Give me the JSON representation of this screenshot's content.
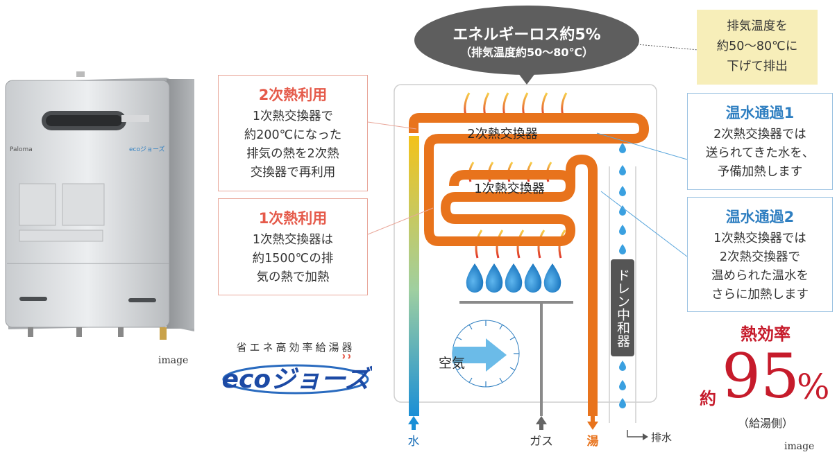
{
  "bubble": {
    "line1": "エネルギーロス約5%",
    "line2": "（排気温度約50～80℃）"
  },
  "exhaust_note": "排気温度を\n約50～80℃に\n下げて排出",
  "secondary_use": {
    "title": "2次熱利用",
    "body": "1次熱交換器で\n約200℃になった\n排気の熱を2次熱\n交換器で再利用"
  },
  "primary_use": {
    "title": "1次熱利用",
    "body": "1次熱交換器は\n約1500℃の排\n気の熱で加熱"
  },
  "pass1": {
    "title": "温水通過1",
    "body": "2次熱交換器では\n送られてきた水を、\n予備加熱します"
  },
  "pass2": {
    "title": "温水通過2",
    "body": "1次熱交換器では\n2次熱交換器で\n温められた温水を\nさらに加熱します"
  },
  "diagram": {
    "hx2_label": "2次熱交換器",
    "hx1_label": "1次熱交換器",
    "drain_label": "ドレン中和器",
    "air_label": "空気",
    "water_label": "水",
    "gas_label": "ガス",
    "hot_label": "湯",
    "drain_out_label": "排水"
  },
  "product": {
    "caption": "image",
    "brand": "Paloma",
    "badge": "ecoジョーズ"
  },
  "logo": {
    "tagline": "省エネ高効率給湯器",
    "wordmark": "ecoジョーズ"
  },
  "efficiency": {
    "label": "熱効率",
    "prefix": "約",
    "value": "95",
    "unit": "%",
    "note": "（給湯側）"
  },
  "footer_caption": "image",
  "colors": {
    "orange": "#e8731c",
    "red": "#e55a4a",
    "blue": "#2f7fc1",
    "bubble": "#5e5e5e",
    "note_bg": "#f7eeb9",
    "eff": "#c61b2b"
  }
}
